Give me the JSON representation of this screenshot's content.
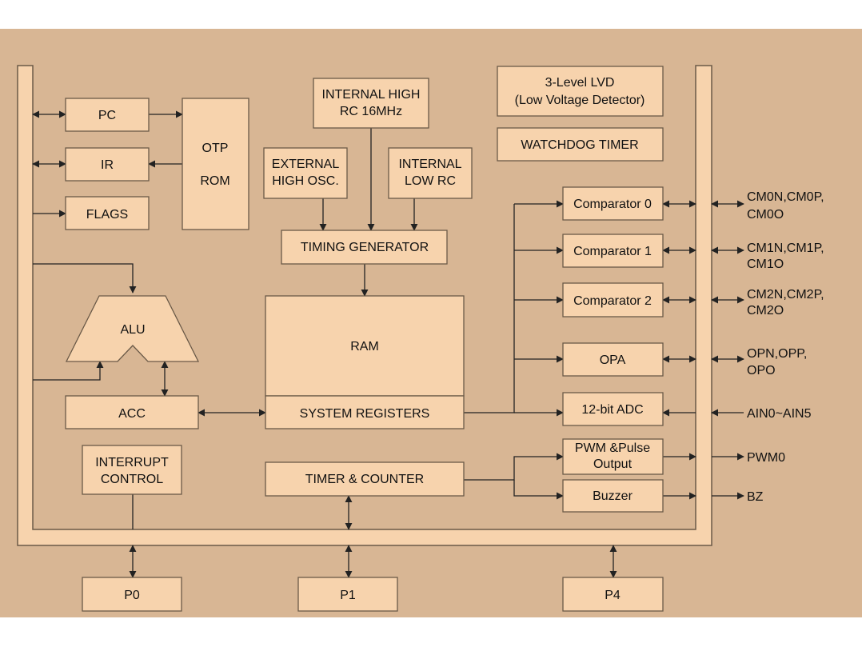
{
  "colors": {
    "background": "#d8b694",
    "block_fill": "#f7d3ad",
    "block_stroke": "#6b5a48",
    "line": "#222222",
    "band": "#ffffff"
  },
  "blocks": {
    "pc": "PC",
    "ir": "IR",
    "flags": "FLAGS",
    "otp_rom": [
      "OTP",
      "ROM"
    ],
    "internal_high_rc": [
      "INTERNAL HIGH",
      "RC 16MHz"
    ],
    "external_high_osc": [
      "EXTERNAL",
      "HIGH OSC."
    ],
    "internal_low_rc": [
      "INTERNAL",
      "LOW RC"
    ],
    "lvd": [
      "3-Level LVD",
      "(Low Voltage Detector)"
    ],
    "watchdog": "WATCHDOG TIMER",
    "timing_generator": "TIMING GENERATOR",
    "alu": "ALU",
    "ram": "RAM",
    "system_registers": "SYSTEM REGISTERS",
    "acc": "ACC",
    "interrupt_control": [
      "INTERRUPT",
      "CONTROL"
    ],
    "timer_counter": "TIMER & COUNTER",
    "comparator0": "Comparator 0",
    "comparator1": "Comparator 1",
    "comparator2": "Comparator 2",
    "opa": "OPA",
    "adc": "12-bit ADC",
    "pwm": [
      "PWM &Pulse",
      "Output"
    ],
    "buzzer": "Buzzer",
    "p0": "P0",
    "p1": "P1",
    "p4": "P4"
  },
  "pins": {
    "cm0": [
      "CM0N,CM0P,",
      "CM0O"
    ],
    "cm1": [
      "CM1N,CM1P,",
      "CM1O"
    ],
    "cm2": [
      "CM2N,CM2P,",
      "CM2O"
    ],
    "opa": [
      "OPN,OPP,",
      "OPO"
    ],
    "adc": "AIN0~AIN5",
    "pwm": "PWM0",
    "buzzer": "BZ"
  }
}
